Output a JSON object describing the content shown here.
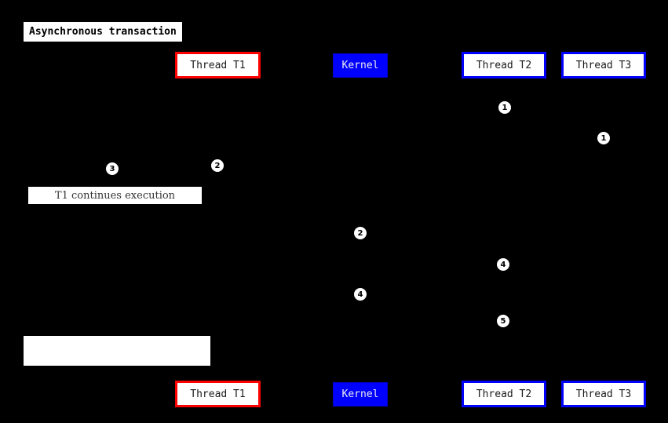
{
  "title": {
    "text": "Asynchronous transaction"
  },
  "actors": [
    {
      "label": "Thread T1",
      "style": "red-border"
    },
    {
      "label": "Kernel",
      "style": "kernel"
    },
    {
      "label": "Thread T2",
      "style": "blue-border"
    },
    {
      "label": "Thread T3",
      "style": "blue-border"
    }
  ],
  "note": {
    "text": "T1 continues execution"
  },
  "markers": [
    {
      "label": "1"
    },
    {
      "label": "1"
    },
    {
      "label": "2"
    },
    {
      "label": "3"
    },
    {
      "label": "2"
    },
    {
      "label": "4"
    },
    {
      "label": "4"
    },
    {
      "label": "5"
    }
  ],
  "colors": {
    "background": "#000000",
    "thread_t1_border": "#ff0000",
    "thread_t2_t3_border": "#0000ff",
    "kernel_fill": "#0000ff",
    "kernel_text": "#ececec",
    "box_fill": "#ffffff",
    "box_text": "#1a1a1a"
  }
}
